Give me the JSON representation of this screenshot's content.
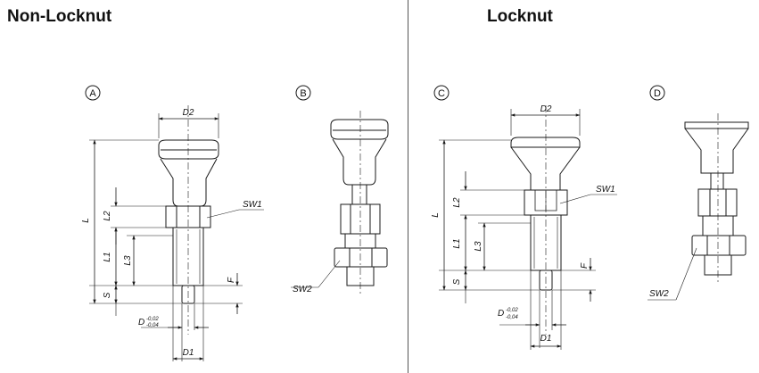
{
  "headings": {
    "non_locknut": "Non-Locknut",
    "locknut": "Locknut"
  },
  "variants": {
    "a": {
      "letter": "A"
    },
    "b": {
      "letter": "B"
    },
    "c": {
      "letter": "C"
    },
    "d": {
      "letter": "D"
    }
  },
  "dimensions": {
    "d2": "D2",
    "sw1": "SW1",
    "sw2": "SW2",
    "l": "L",
    "l1": "L1",
    "l2": "L2",
    "l3": "L3",
    "s": "S",
    "f": "F",
    "d": "D",
    "d_tol_upper": "-0,02",
    "d_tol_lower": "-0,04",
    "d1": "D1"
  },
  "colors": {
    "line": "#1a1a1a",
    "background": "#ffffff",
    "divider": "#555555"
  }
}
